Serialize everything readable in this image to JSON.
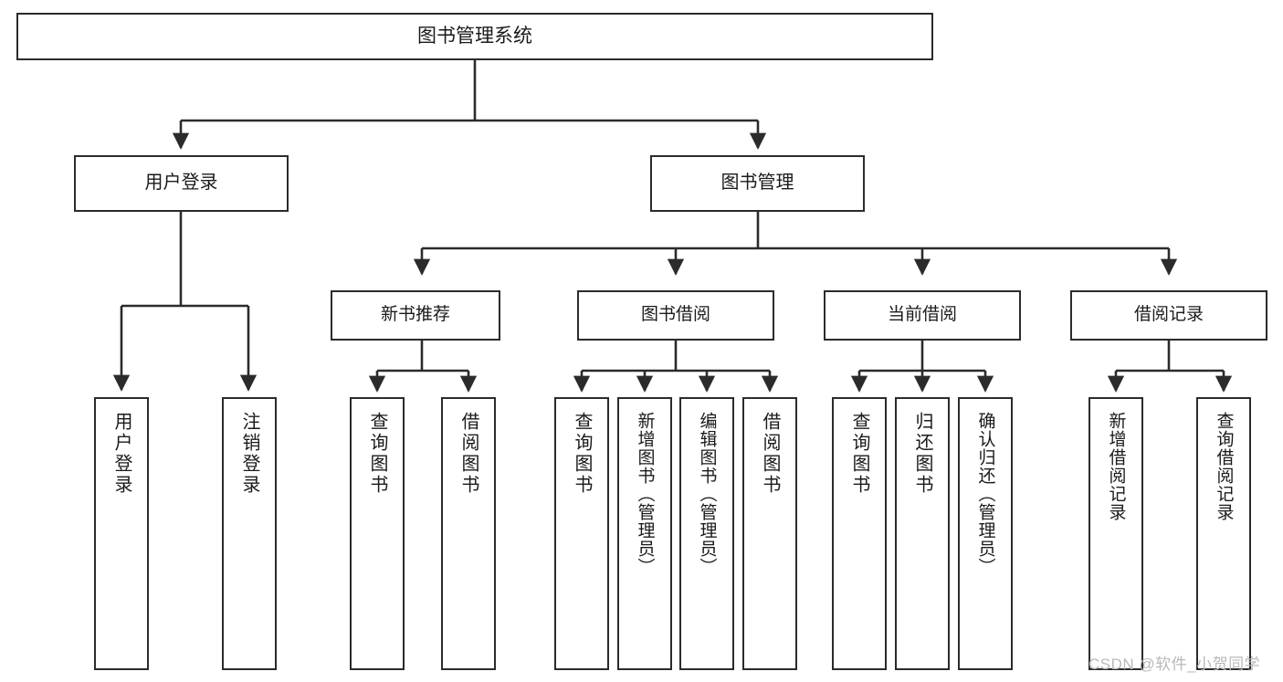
{
  "diagram": {
    "type": "tree-hierarchy",
    "title": "图书管理系统",
    "watermark": "CSDN @软件_小贺同学",
    "colors": {
      "border": "#2b2b2b",
      "background": "#ffffff",
      "text": "#1a1a1a",
      "connector": "#2b2b2b",
      "watermark": "#b9b9b9"
    },
    "root": {
      "label": "图书管理系统"
    },
    "level2": [
      {
        "label": "用户登录"
      },
      {
        "label": "图书管理"
      }
    ],
    "level3": [
      {
        "label": "新书推荐"
      },
      {
        "label": "图书借阅"
      },
      {
        "label": "当前借阅"
      },
      {
        "label": "借阅记录"
      }
    ],
    "leaves": {
      "user_login": [
        {
          "label": "用户登录"
        },
        {
          "label": "注销登录"
        }
      ],
      "new_book_recommend": [
        {
          "label": "查询图书"
        },
        {
          "label": "借阅图书"
        }
      ],
      "book_borrow": [
        {
          "label": "查询图书"
        },
        {
          "label": "新增图书（管理员）"
        },
        {
          "label": "编辑图书（管理员）"
        },
        {
          "label": "借阅图书"
        }
      ],
      "current_borrow": [
        {
          "label": "查询图书"
        },
        {
          "label": "归还图书"
        },
        {
          "label": "确认归还（管理员）"
        }
      ],
      "borrow_record": [
        {
          "label": "新增借阅记录"
        },
        {
          "label": "查询借阅记录"
        }
      ]
    }
  }
}
